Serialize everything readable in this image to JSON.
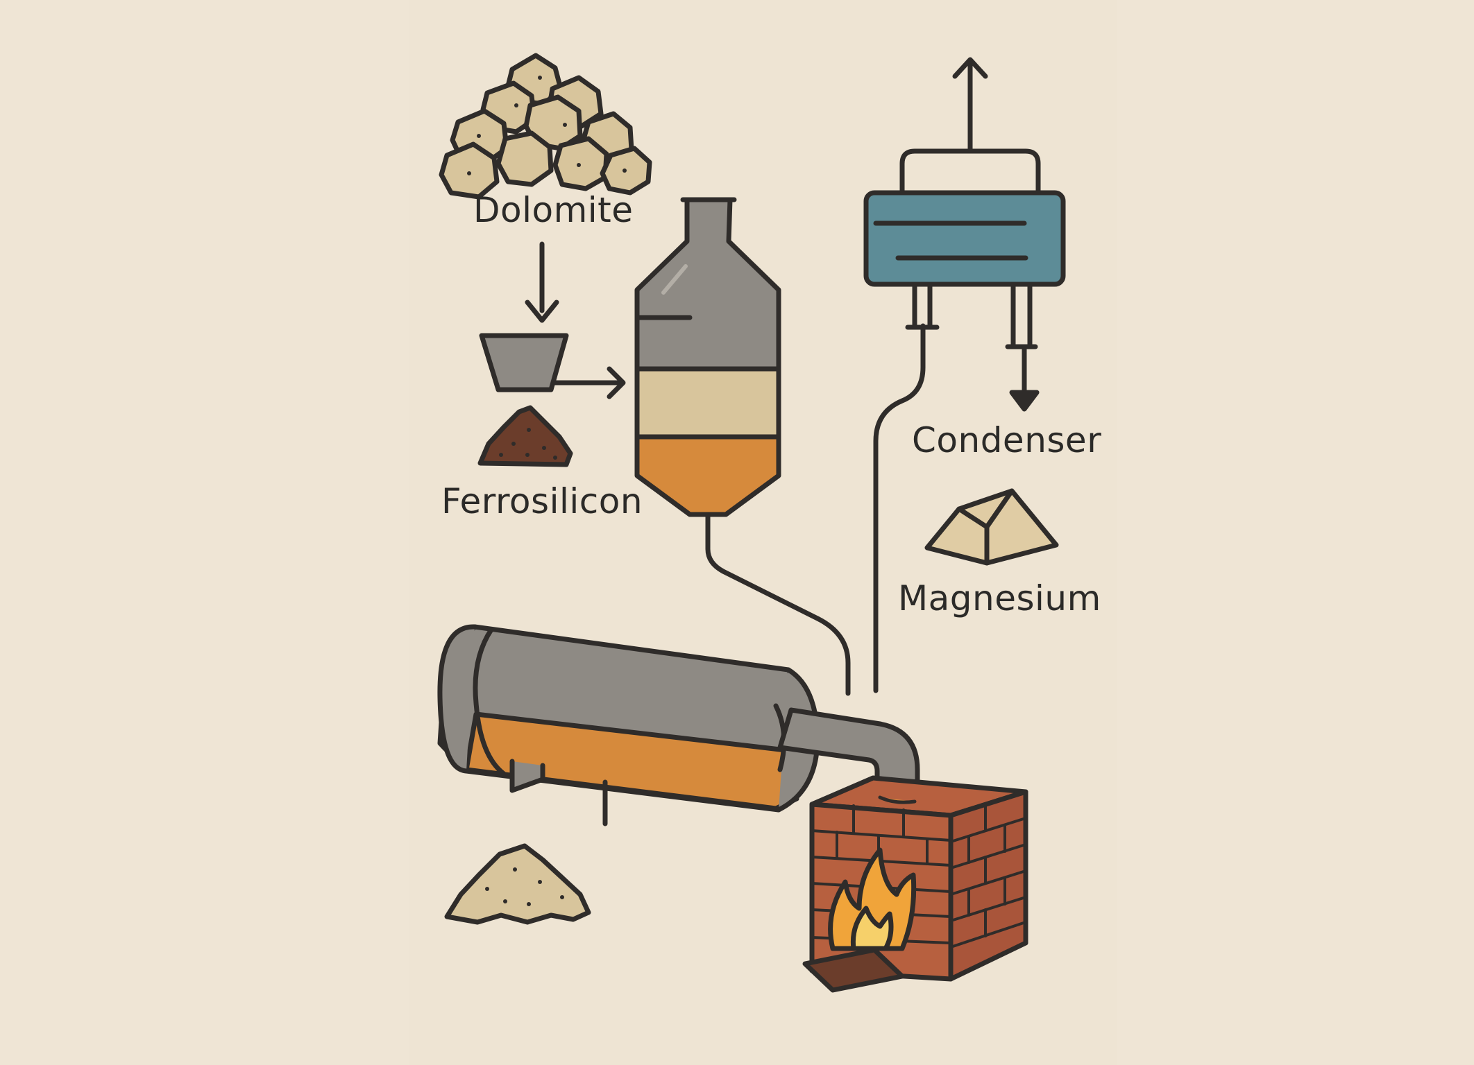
{
  "labels": {
    "dolomite": "Dolomite",
    "ferrosilicon": "Ferrosilicon",
    "condenser": "Condenser",
    "magnesium": "Magnesium"
  },
  "colors": {
    "background": "#efe5d5",
    "outline": "#2f2c2a",
    "steel_gray": "#8e8a84",
    "tan": "#d8c59c",
    "orange": "#d68a3c",
    "condenser_blue": "#5d8c97",
    "brick": "#b7603f",
    "flame": "#f0a43a",
    "dark_powder": "#6b3d2b"
  },
  "icons": [
    "dolomite-rock-pile-icon",
    "hopper-funnel-icon",
    "ferrosilicon-powder-pile-icon",
    "reactor-vessel-icon",
    "condenser-icon",
    "magnesium-ingot-icon",
    "retort-cylinder-icon",
    "brick-furnace-icon",
    "flame-icon",
    "slag-pile-icon"
  ]
}
